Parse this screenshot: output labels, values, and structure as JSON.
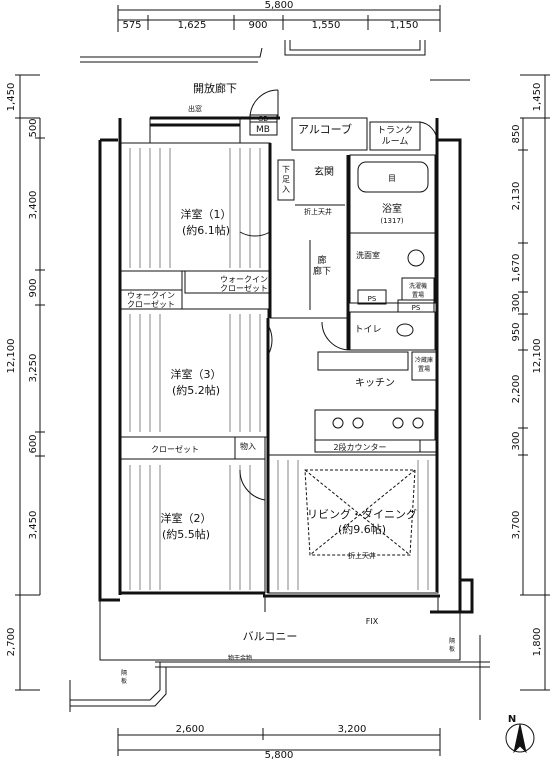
{
  "dimensions": {
    "top_total": "5,800",
    "top_segments": [
      "575",
      "1,625",
      "900",
      "1,550",
      "1,150"
    ],
    "bottom_segments": [
      "2,600",
      "3,200"
    ],
    "bottom_total": "5,800",
    "left_total": "12,100",
    "left_top": "1,450",
    "left_segments": [
      "500",
      "3,400",
      "900",
      "3,250",
      "600",
      "3,450"
    ],
    "left_bottom": "2,700",
    "right_total": "12,100",
    "right_top": "1,450",
    "right_segments": [
      "850",
      "2,130",
      "1,670",
      "300",
      "950",
      "2,200",
      "300",
      "3,700"
    ],
    "right_bottom": "1,800"
  },
  "labels": {
    "corridor": "開放廊下",
    "window": "出窓",
    "gb": "GB",
    "mb": "MB",
    "alcove": "アルコーブ",
    "trunk_room_1": "トランク",
    "trunk_room_2": "ルーム",
    "entrance": "玄関",
    "shoe_1": "下",
    "shoe_2": "足",
    "shoe_3": "入",
    "upper_ceiling_1": "折上天井",
    "hall": "廊下",
    "bath": "浴室",
    "bath_size": "(1317)",
    "washroom": "洗面室",
    "washing": "洗濯機",
    "washing_2": "置場",
    "ps1": "PS",
    "ps2": "PS",
    "toilet": "トイレ",
    "room1": "洋室（1）",
    "room1_size": "(約6.1帖)",
    "walkin1_1": "ウォークイン",
    "walkin1_2": "クローゼット",
    "walkin2_1": "ウォークイン",
    "walkin2_2": "クローゼット",
    "room3": "洋室（3）",
    "room3_size": "(約5.2帖)",
    "kitchen": "キッチン",
    "counter": "2段カウンター",
    "fridge_1": "冷蔵庫",
    "fridge_2": "置場",
    "closet": "クローゼット",
    "storage": "物入",
    "room2": "洋室（2）",
    "room2_size": "(約5.5帖)",
    "living": "リビング・ダイニング",
    "living_size": "(約9.6帖)",
    "upper_ceiling_2": "折上天井",
    "fix": "FIX",
    "balcony": "バルコニー",
    "handrail": "物干金物",
    "partition_1": "隔",
    "partition_2": "板",
    "partition_3": "隔",
    "partition_4": "板",
    "north": "N"
  }
}
